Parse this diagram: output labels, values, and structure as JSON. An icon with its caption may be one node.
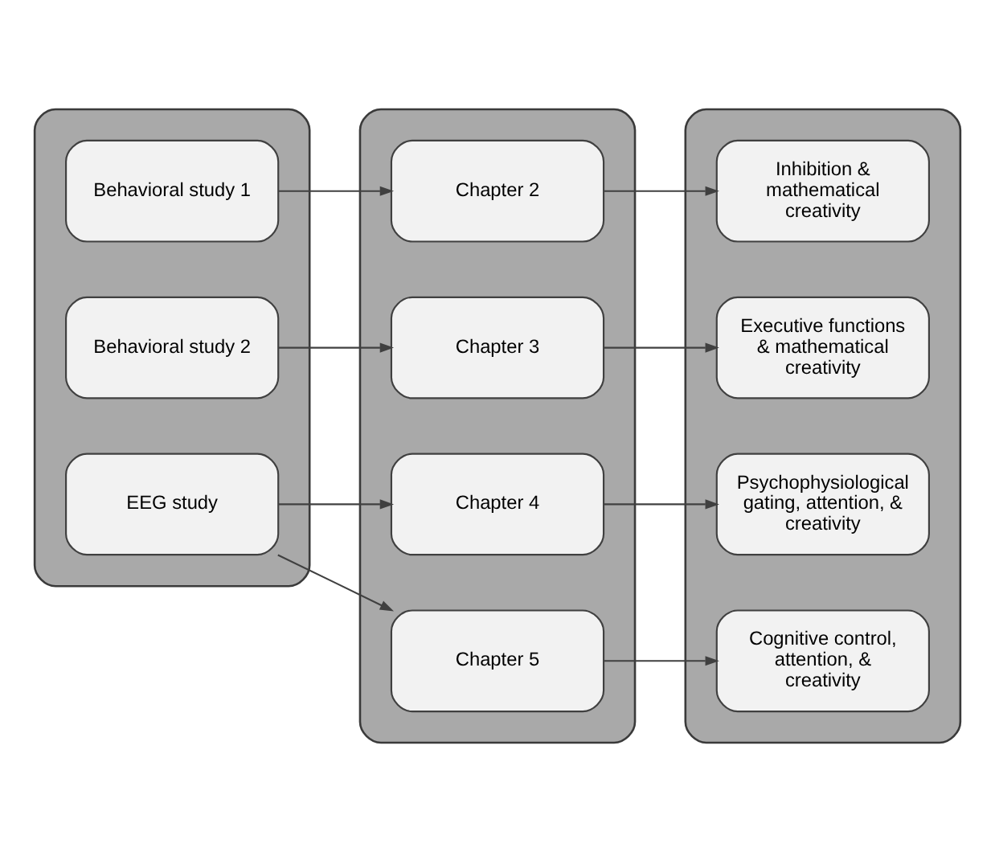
{
  "diagram": {
    "nodes": [
      {
        "text": [],
        "shape": "box"
      },
      {
        "text": [
          "Behavioral study 1"
        ],
        "in": 0
      },
      {
        "text": [
          "Behavioral study 2"
        ],
        "in": 0
      },
      {
        "text": [
          "EEG study"
        ],
        "in": 0
      },
      {
        "text": [],
        "shape": "box"
      },
      {
        "text": [
          "Chapter 2"
        ],
        "in": 4
      },
      {
        "text": [
          "Chapter 3"
        ],
        "in": 4
      },
      {
        "text": [
          "Chapter 4"
        ],
        "in": 4
      },
      {
        "text": [
          "Chapter 5"
        ],
        "in": 4
      },
      {
        "text": [],
        "shape": "box"
      },
      {
        "text": [
          "Inhibition & mathematical creativity"
        ],
        "in": 9
      },
      {
        "text": [
          "Executive functions & mathematical creativity"
        ],
        "in": 9
      },
      {
        "text": [
          "Psychophysiological gating, attention, & creativity"
        ],
        "in": 9
      },
      {
        "text": [
          "Cognitive control, attention, & creativity"
        ],
        "in": 9
      }
    ],
    "edges": [
      {
        "from": 1,
        "to": 5,
        "arrow": "to"
      },
      {
        "from": 2,
        "to": 6,
        "arrow": "to"
      },
      {
        "from": 3,
        "to": 7,
        "arrow": "to"
      },
      {
        "from": 3,
        "to": 8,
        "arrow": "to"
      },
      {
        "from": 5,
        "to": 10,
        "arrow": "to"
      },
      {
        "from": 6,
        "to": 11,
        "arrow": "to"
      },
      {
        "from": 7,
        "to": 12,
        "arrow": "to"
      },
      {
        "from": 8,
        "to": 13,
        "arrow": "to"
      }
    ]
  }
}
